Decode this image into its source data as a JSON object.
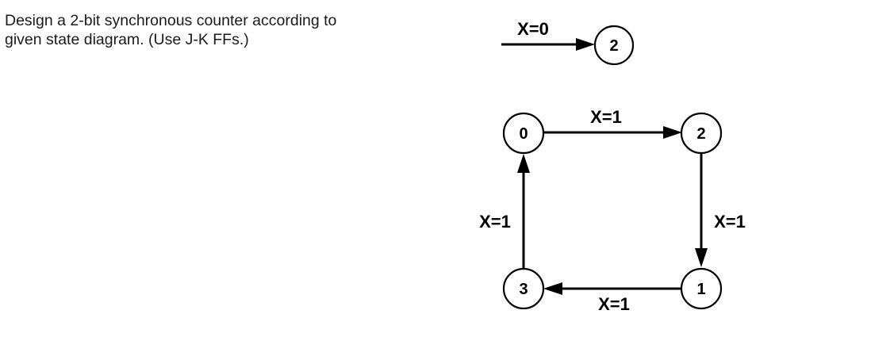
{
  "problem": {
    "line1": "Design a 2-bit synchronous counter according to",
    "line2": "given state diagram. (Use J-K FFs.)"
  },
  "diagram": {
    "initial": {
      "label": "X=0",
      "state": "2"
    },
    "states": {
      "s0": "0",
      "s2": "2",
      "s1": "1",
      "s3": "3"
    },
    "transitions": {
      "t0_2": "X=1",
      "t2_1": "X=1",
      "t1_3": "X=1",
      "t3_0": "X=1"
    }
  }
}
